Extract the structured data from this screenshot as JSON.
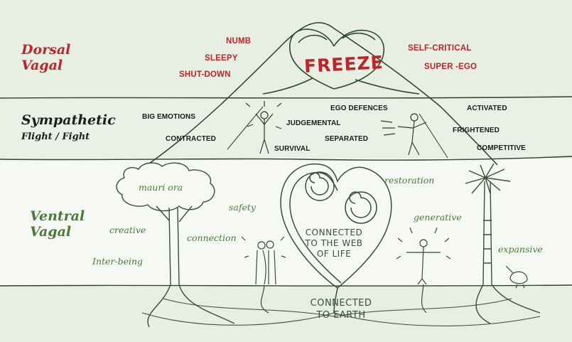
{
  "zones": {
    "dorsal": {
      "title_line1": "Dorsal",
      "title_line2": "Vagal",
      "color": "#c0242b"
    },
    "sympathetic": {
      "title": "Sympathetic",
      "subtitle": "Flight / Fight",
      "color": "#1d1d1d"
    },
    "ventral": {
      "title_line1": "Ventral",
      "title_line2": "Vagal",
      "color": "#4b7a3a"
    }
  },
  "dorsal_labels": {
    "numb": "NUMB",
    "sleepy": "SLEEPY",
    "shut_down": "SHUT-DOWN",
    "self_critical": "SELF-CRITICAL",
    "super_ego": "SUPER -EGO"
  },
  "freeze": "FREEZE",
  "sympathetic_labels": {
    "big_emotions": "BIG EMOTIONS",
    "contracted": "CONTRACTED",
    "judgemental": "JUDGEMENTAL",
    "survival": "SURVIVAL",
    "ego_defences": "EGO DEFENCES",
    "separated": "SEPARATED",
    "activated": "ACTIVATED",
    "frightened": "FRIGHTENED",
    "competitive": "COMPETITIVE"
  },
  "ventral_labels": {
    "mauri_ora": "mauri ora",
    "safety": "safety",
    "creative": "creative",
    "connection": "connection",
    "inter_being": "Inter-being",
    "restoration": "restoration",
    "generative": "generative",
    "expansive": "expansive"
  },
  "heart_text": {
    "line1": "CONNECTED",
    "line2": "TO THE WEB",
    "line3": "OF LIFE"
  },
  "earth_text": {
    "line1": "CONNECTED",
    "line2": "TO EARTH"
  }
}
